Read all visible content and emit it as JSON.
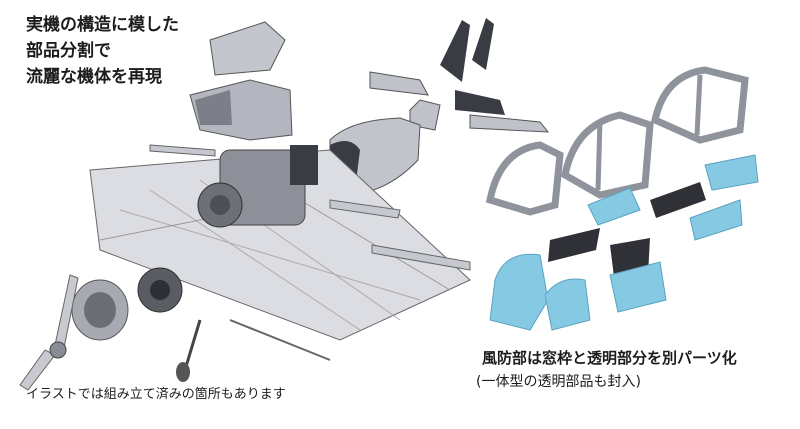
{
  "captions": {
    "main_line1": "実機の構造に模した",
    "main_line2": "部品分割で",
    "main_line3": "流麗な機体を再現",
    "canopy_title": "風防部は窓枠と透明部分を別パーツ化",
    "canopy_sub": "(一体型の透明部品も封入)",
    "illustration_note": "イラストでは組み立て済みの箇所もあります"
  },
  "colors": {
    "part_gray": "#b8bac2",
    "part_dark": "#3a3c44",
    "clear_blue": "#86c9e2",
    "frame_gray": "#8f939b"
  }
}
